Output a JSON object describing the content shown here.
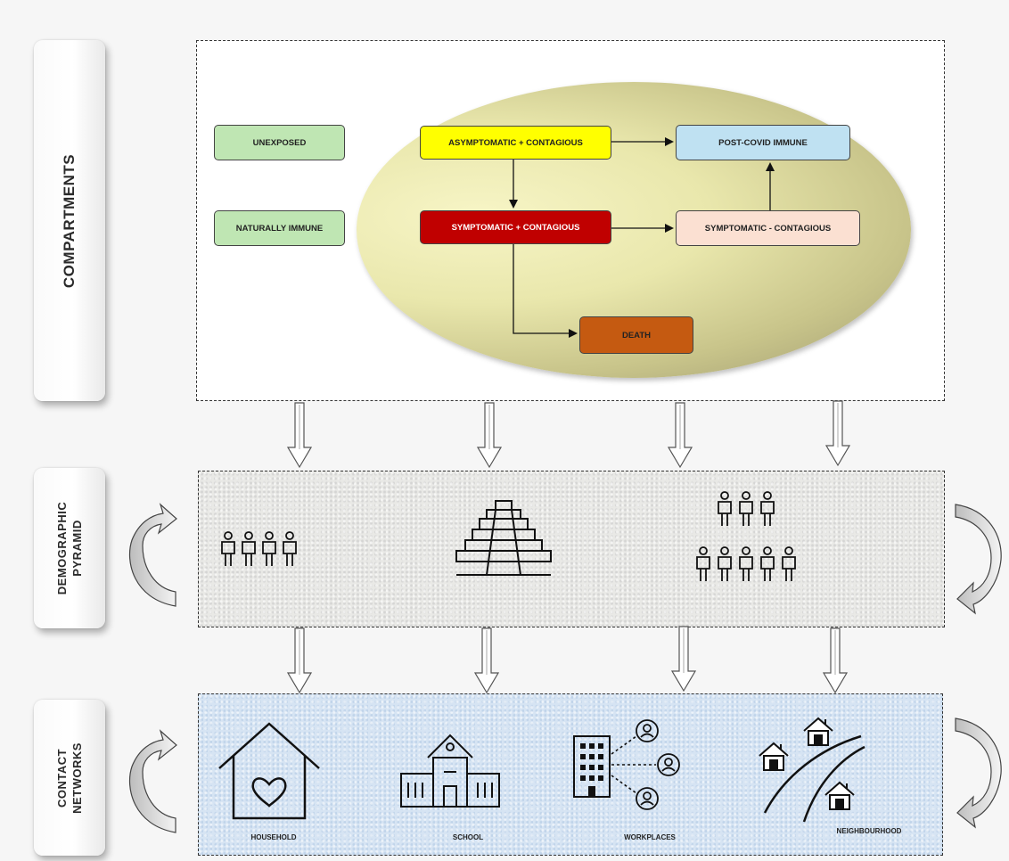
{
  "sections": {
    "compartments": "COMPARTMENTS",
    "demographic_line1": "DEMOGRAPHIC",
    "demographic_line2": "PYRAMID",
    "contact_line1": "CONTACT",
    "contact_line2": "NETWORKS"
  },
  "compartments": {
    "unexposed": "UNEXPOSED",
    "naturally_immune": "NATURALLY IMMUNE",
    "asymptomatic_contagious": "ASYMPTOMATIC + CONTAGIOUS",
    "post_covid_immune": "POST-COVID IMMUNE",
    "symptomatic_contagious": "SYMPTOMATIC + CONTAGIOUS",
    "symptomatic_noncontagious": "SYMPTOMATIC - CONTAGIOUS",
    "death": "DEATH"
  },
  "contact_networks": {
    "household": "HOUSEHOLD",
    "school": "SCHOOL",
    "workplaces": "WORKPLACES",
    "neighbourhood": "NEIGHBOURHOOD"
  },
  "icons": {
    "demographic": [
      "family-icon",
      "pyramid-icon",
      "population-icon"
    ],
    "contact": [
      "house-heart-icon",
      "school-icon",
      "office-network-icon",
      "neighbourhood-icon"
    ]
  },
  "colors": {
    "unexposed": "#bfe6b3",
    "asymptomatic": "#ffff00",
    "symptomatic": "#c00000",
    "post_covid": "#bfe1f2",
    "symptomatic_noncontagious": "#fbe0d2",
    "death": "#c55a11"
  }
}
